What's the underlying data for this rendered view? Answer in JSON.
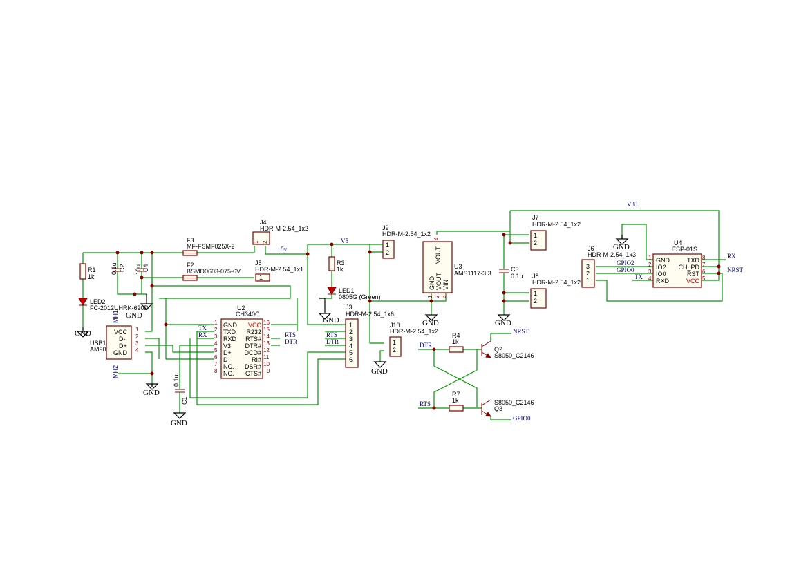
{
  "nets": {
    "v5": "V5",
    "plus5v": "+5v",
    "v33": "V33",
    "tx": "TX",
    "rx": "RX",
    "rts": "RTS",
    "dtr": "DTR",
    "gpio0": "GPIO0",
    "gpio2": "GPIO2",
    "nrst": "NRST",
    "gnd": "GND"
  },
  "components": {
    "r1": {
      "ref": "R1",
      "value": "1k"
    },
    "r3": {
      "ref": "R3",
      "value": "1k"
    },
    "r4": {
      "ref": "R4",
      "value": "1k"
    },
    "r7": {
      "ref": "R7",
      "value": "1k"
    },
    "c1": {
      "ref": "C1",
      "value": "0.1u"
    },
    "c2": {
      "ref": "C2",
      "value": "0.1u"
    },
    "c3": {
      "ref": "C3",
      "value": "0.1u"
    },
    "c4": {
      "ref": "C4",
      "value": "10u"
    },
    "f2": {
      "ref": "F2",
      "value": "BSMD0603-075-6V"
    },
    "f3": {
      "ref": "F3",
      "value": "MF-FSMF025X-2"
    },
    "led1": {
      "ref": "LED1",
      "value": "0805G (Green)"
    },
    "led2": {
      "ref": "LED2",
      "value": "FC-2012UHRK-620D"
    },
    "q2": {
      "ref": "Q2",
      "value": "S8050_C2146"
    },
    "q3": {
      "ref": "Q3",
      "value": "S8050_C2146"
    },
    "u3": {
      "ref": "U3",
      "value": "AMS1117-3.3",
      "pins": [
        "GND",
        "VOUT",
        "VIN",
        "VOUT"
      ],
      "pin_numbers": [
        "1",
        "2",
        "3",
        "4"
      ]
    },
    "j3": {
      "ref": "J3",
      "value": "HDR-M-2.54_1x6",
      "pin_numbers": [
        "1",
        "2",
        "3",
        "4",
        "5",
        "6"
      ]
    },
    "j4": {
      "ref": "J4",
      "value": "HDR-M-2.54_1x2",
      "pin_numbers": [
        "1",
        "2"
      ]
    },
    "j5": {
      "ref": "J5",
      "value": "HDR-M-2.54_1x1",
      "pin_numbers": [
        "1"
      ]
    },
    "j6": {
      "ref": "J6",
      "value": "HDR-M-2.54_1x3",
      "pin_numbers": [
        "3",
        "2",
        "1"
      ]
    },
    "j7": {
      "ref": "J7",
      "value": "HDR-M-2.54_1x2",
      "pin_numbers": [
        "1",
        "2"
      ]
    },
    "j8": {
      "ref": "J8",
      "value": "HDR-M-2.54_1x2",
      "pin_numbers": [
        "1",
        "2"
      ]
    },
    "j9": {
      "ref": "J9",
      "value": "HDR-M-2.54_1x2",
      "pin_numbers": [
        "1",
        "2"
      ]
    },
    "j10": {
      "ref": "J10",
      "value": "HDR-M-2.54_1x2",
      "pin_numbers": [
        "1",
        "2"
      ]
    },
    "usb1": {
      "ref": "USB1",
      "value": "AM90",
      "pins": [
        "VCC",
        "D-",
        "D+",
        "GND"
      ],
      "pin_numbers": [
        "1",
        "2",
        "3",
        "4"
      ],
      "mounting": [
        "MH1",
        "MH2"
      ]
    },
    "u2": {
      "ref": "U2",
      "value": "CH340C",
      "left_pins": [
        "GND",
        "TXD",
        "RXD",
        "V3",
        "D+",
        "D-",
        "NC.",
        "NC."
      ],
      "left_numbers": [
        "1",
        "2",
        "3",
        "4",
        "5",
        "6",
        "7",
        "8"
      ],
      "right_pins": [
        "VCC",
        "R232",
        "RTS#",
        "DTR#",
        "DCD#",
        "RI#",
        "DSR#",
        "CTS#"
      ],
      "right_numbers": [
        "16",
        "15",
        "14",
        "13",
        "12",
        "11",
        "10",
        "9"
      ]
    },
    "u4": {
      "ref": "U4",
      "value": "ESP-01S",
      "left_pins": [
        "GND",
        "IO2",
        "IO0",
        "RXD"
      ],
      "left_numbers": [
        "1",
        "2",
        "3",
        "4"
      ],
      "right_pins": [
        "TXD",
        "CH_PD",
        "RST",
        "VCC"
      ],
      "right_numbers": [
        "8",
        "7",
        "6",
        "5"
      ]
    }
  },
  "colors": {
    "wire": "#009900",
    "body": "#840000",
    "net_label": "#000084",
    "power_pin": "#cc0000"
  }
}
